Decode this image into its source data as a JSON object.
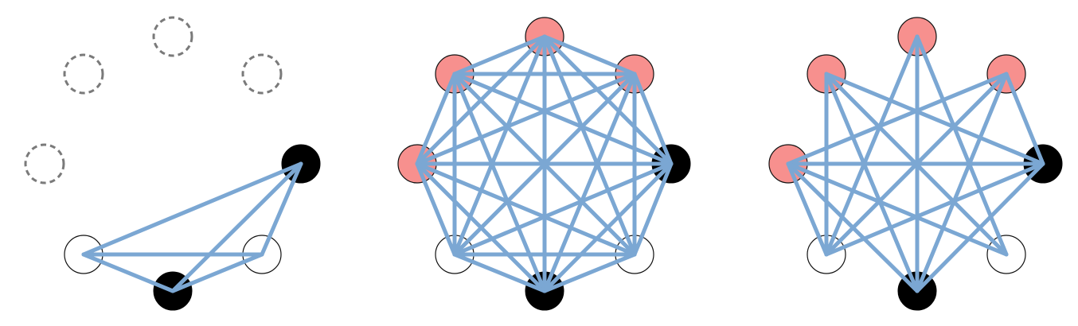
{
  "colors": {
    "edge": "#7BA7D3",
    "red_node": "#F7908E",
    "black_node": "#000000",
    "white_node": "#FFFFFF",
    "node_outline": "#111111",
    "dashed_outline": "#7A7A7A"
  },
  "panels": [
    {
      "name": "left-graph",
      "nodes": [
        {
          "id": "L0",
          "style": "dashed"
        },
        {
          "id": "L1",
          "style": "dashed"
        },
        {
          "id": "L2",
          "style": "dashed"
        },
        {
          "id": "L3",
          "style": "dashed"
        },
        {
          "id": "L4",
          "style": "black"
        },
        {
          "id": "L5",
          "style": "white"
        },
        {
          "id": "L6",
          "style": "black"
        },
        {
          "id": "L7",
          "style": "white"
        }
      ],
      "edges": [
        [
          "L4",
          "L5"
        ],
        [
          "L4",
          "L6"
        ],
        [
          "L4",
          "L7"
        ],
        [
          "L5",
          "L6"
        ],
        [
          "L5",
          "L7"
        ],
        [
          "L6",
          "L7"
        ]
      ]
    },
    {
      "name": "center-graph",
      "nodes": [
        {
          "id": "C0",
          "style": "red"
        },
        {
          "id": "C1",
          "style": "red"
        },
        {
          "id": "C2",
          "style": "red"
        },
        {
          "id": "C3",
          "style": "red"
        },
        {
          "id": "C4",
          "style": "black"
        },
        {
          "id": "C5",
          "style": "white"
        },
        {
          "id": "C6",
          "style": "black"
        },
        {
          "id": "C7",
          "style": "white"
        }
      ],
      "edges": "complete"
    },
    {
      "name": "right-graph",
      "nodes": [
        {
          "id": "R0",
          "style": "red"
        },
        {
          "id": "R1",
          "style": "red"
        },
        {
          "id": "R2",
          "style": "red"
        },
        {
          "id": "R3",
          "style": "red"
        },
        {
          "id": "R4",
          "style": "black"
        },
        {
          "id": "R5",
          "style": "white"
        },
        {
          "id": "R6",
          "style": "black"
        },
        {
          "id": "R7",
          "style": "white"
        }
      ],
      "edges": [
        [
          "R0",
          "R5"
        ],
        [
          "R0",
          "R6"
        ],
        [
          "R0",
          "R7"
        ],
        [
          "R1",
          "R4"
        ],
        [
          "R1",
          "R5"
        ],
        [
          "R1",
          "R6"
        ],
        [
          "R1",
          "R7"
        ],
        [
          "R2",
          "R3"
        ],
        [
          "R2",
          "R4"
        ],
        [
          "R2",
          "R5"
        ],
        [
          "R2",
          "R6"
        ],
        [
          "R3",
          "R4"
        ],
        [
          "R3",
          "R5"
        ],
        [
          "R3",
          "R6"
        ],
        [
          "R3",
          "R7"
        ],
        [
          "R4",
          "R5"
        ],
        [
          "R4",
          "R6"
        ]
      ]
    }
  ]
}
